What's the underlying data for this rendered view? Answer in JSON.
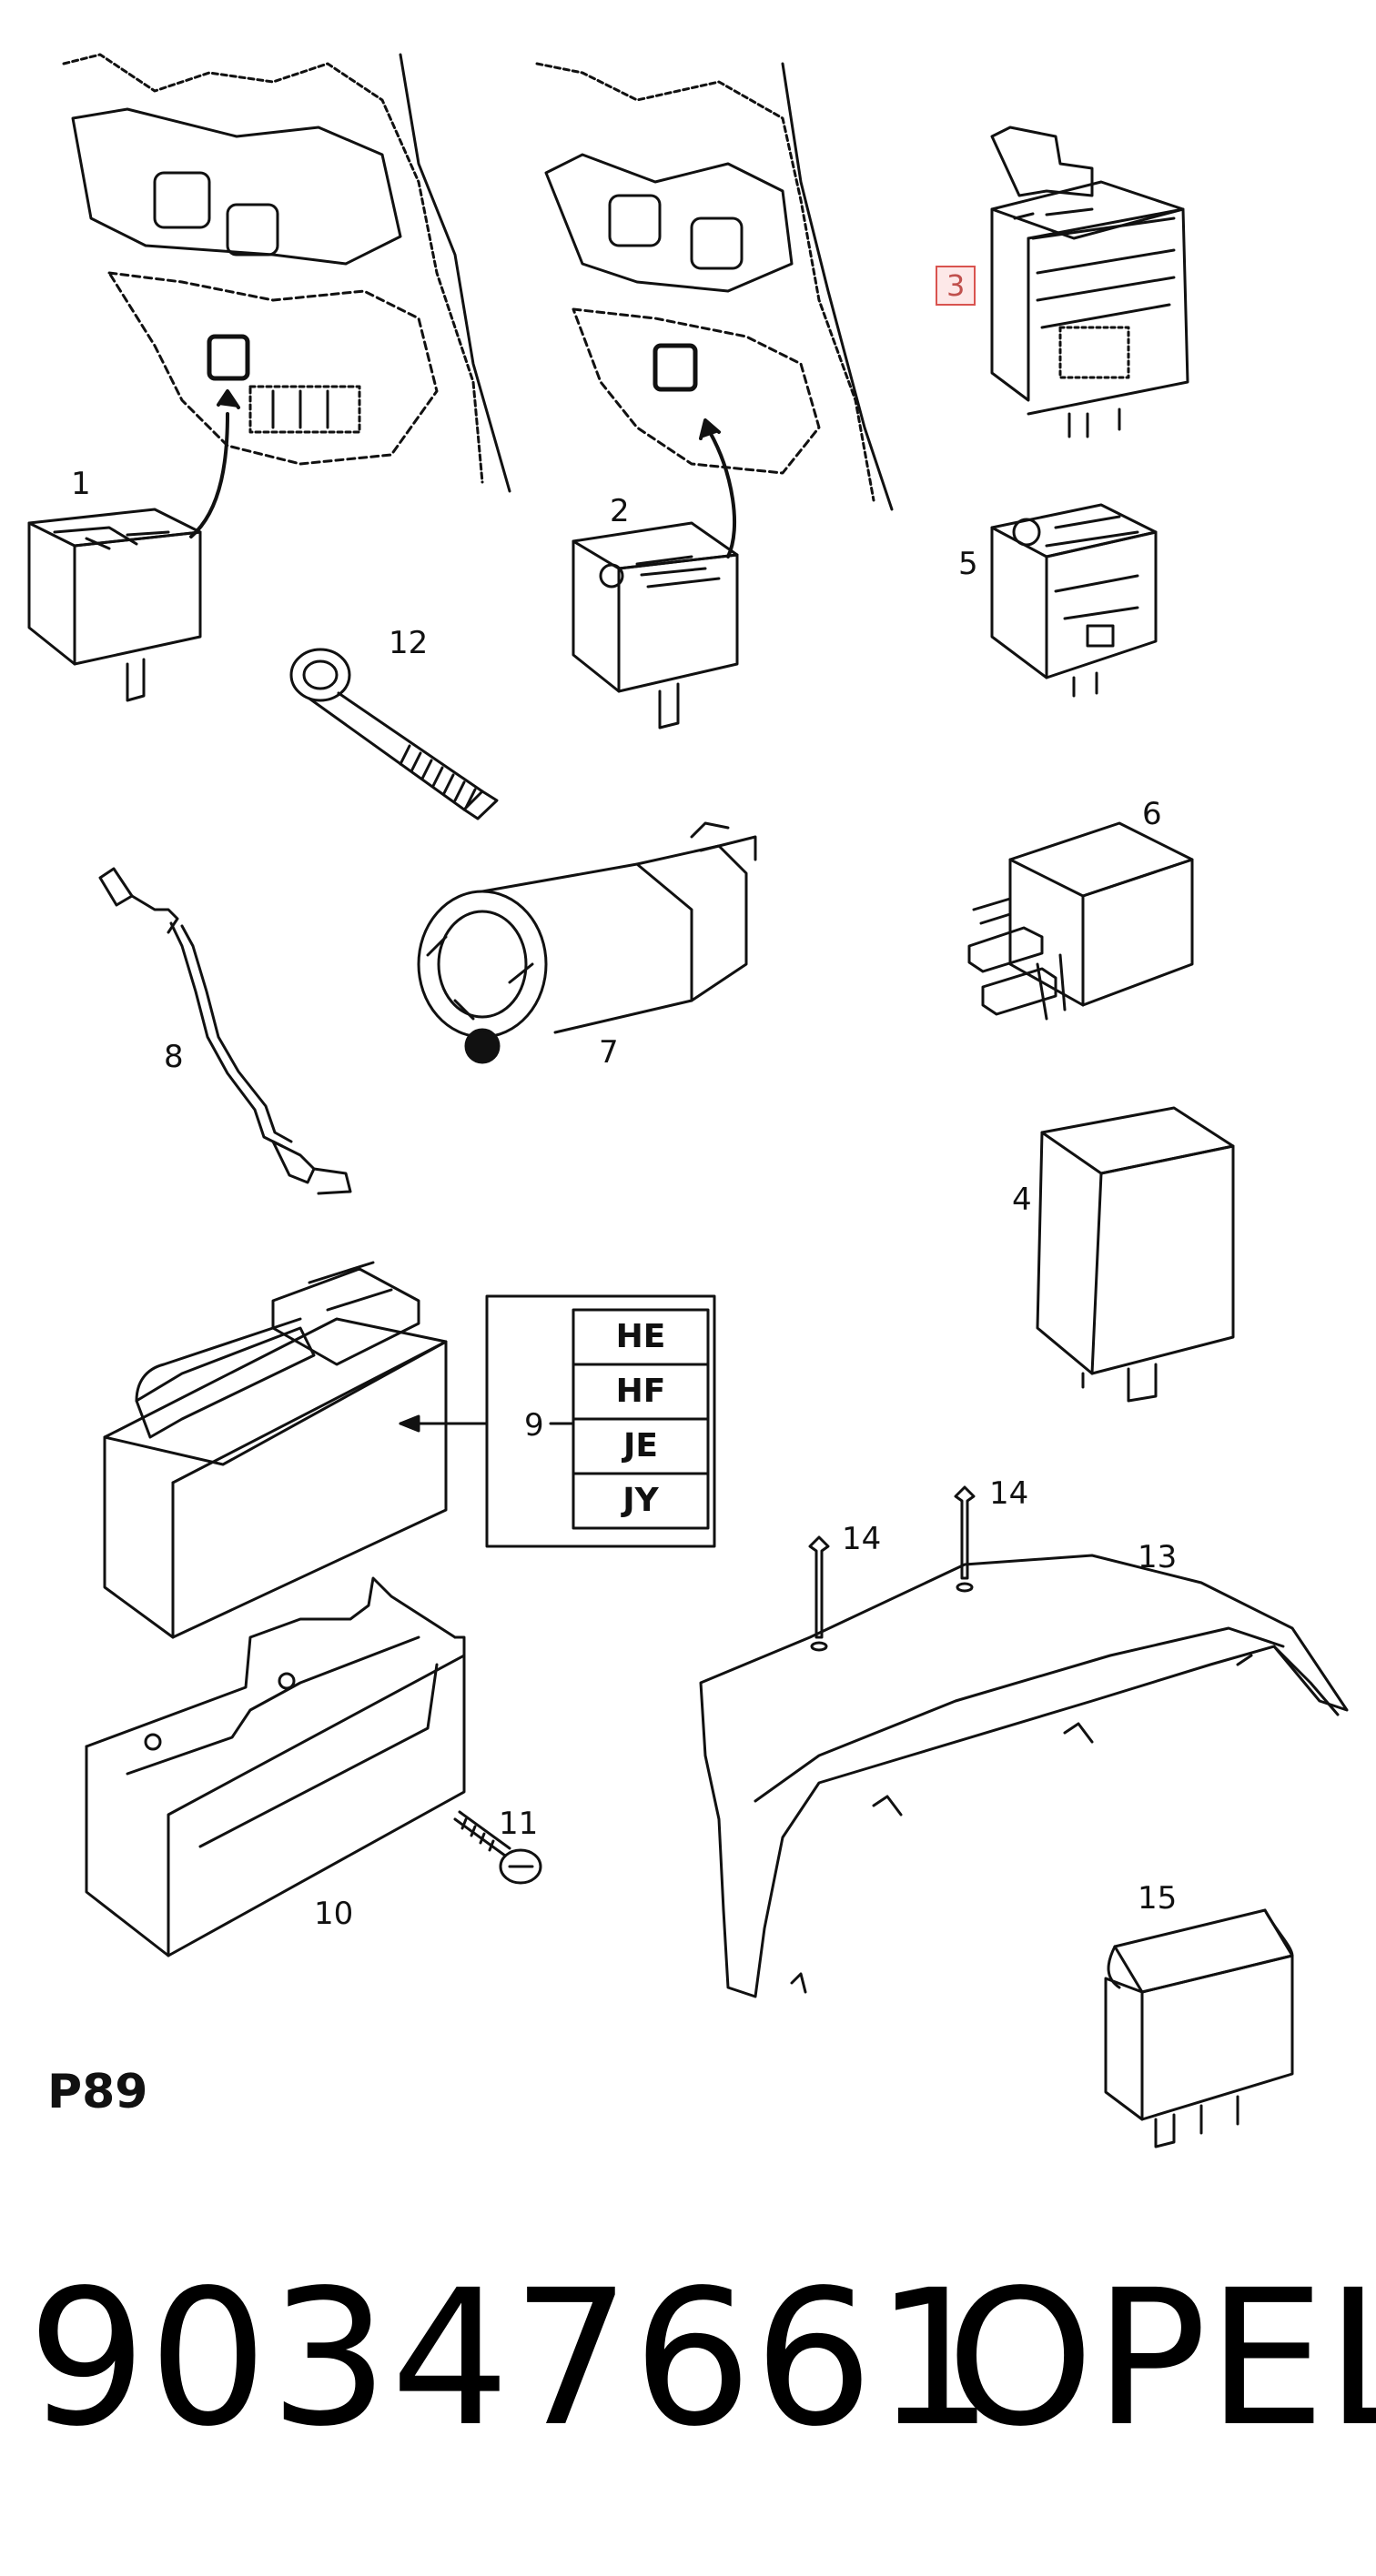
{
  "callouts": {
    "c1": "1",
    "c2": "2",
    "c3": "3",
    "c4": "4",
    "c5": "5",
    "c6": "6",
    "c7": "7",
    "c8": "8",
    "c9": "9",
    "c10": "10",
    "c11": "11",
    "c12": "12",
    "c13": "13",
    "c14a": "14",
    "c14b": "14",
    "c15": "15"
  },
  "variant_table": [
    "HE",
    "HF",
    "JE",
    "JY"
  ],
  "page_code": "P89",
  "part_number": "90347661",
  "brand": "OPEL",
  "highlight_color": "#d9534f"
}
